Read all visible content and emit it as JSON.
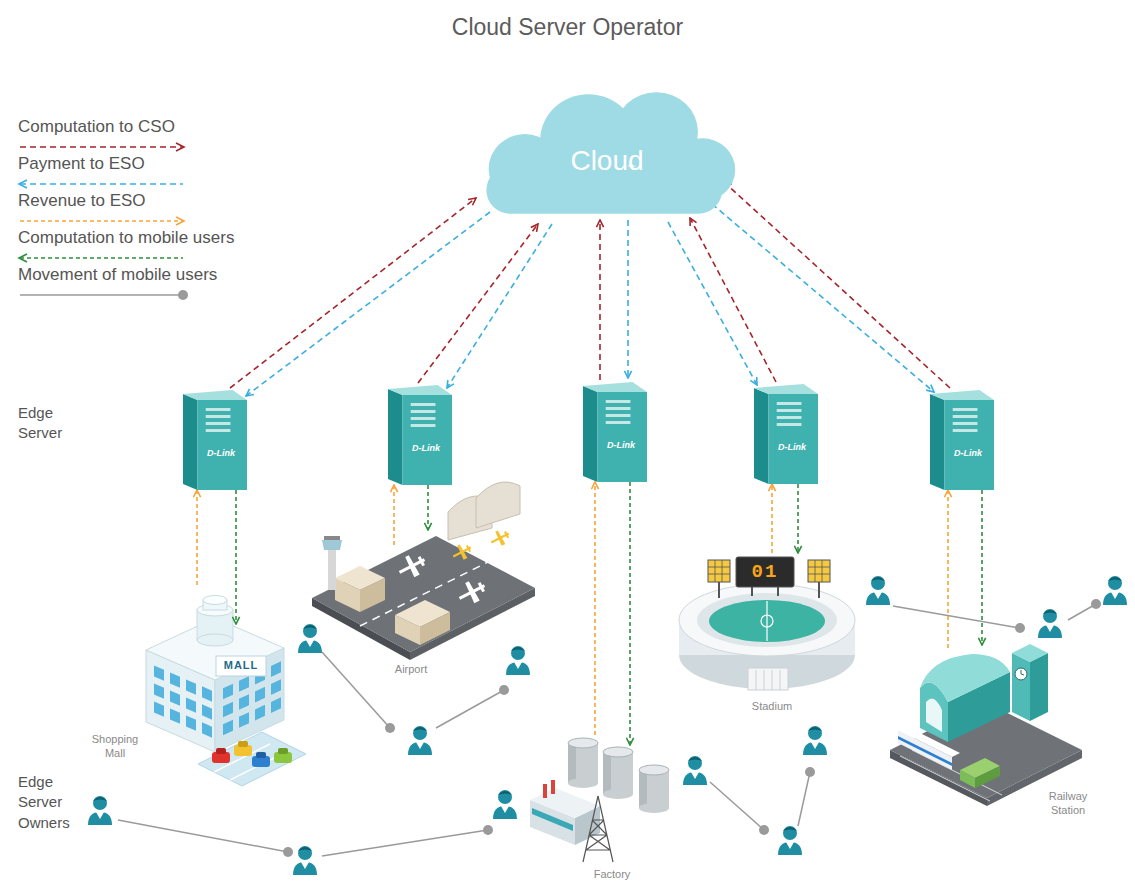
{
  "diagram": {
    "title": "Cloud Server Operator",
    "nodes": [
      {
        "text": [
          "Cloud"
        ]
      },
      {
        "text": [
          "D-Link"
        ]
      },
      {
        "text": [
          "D-Link"
        ]
      },
      {
        "text": [
          "D-Link"
        ]
      },
      {
        "text": [
          "D-Link"
        ]
      },
      {
        "text": [
          "D-Link"
        ]
      },
      {
        "text": [
          "Shopping Mall"
        ]
      },
      {
        "text": [
          "Airport"
        ]
      },
      {
        "text": [
          "Factory"
        ]
      },
      {
        "text": [
          "Stadium"
        ]
      },
      {
        "text": [
          "Railway Station"
        ]
      }
    ],
    "edges": [
      {
        "from": 1,
        "to": 0,
        "arrow": "to"
      },
      {
        "from": 0,
        "to": 1,
        "arrow": "to"
      },
      {
        "from": 6,
        "to": 1,
        "arrow": "to"
      },
      {
        "from": 1,
        "to": 6,
        "arrow": "to"
      },
      {
        "from": 2,
        "to": 0,
        "arrow": "to"
      },
      {
        "from": 0,
        "to": 2,
        "arrow": "to"
      },
      {
        "from": 7,
        "to": 2,
        "arrow": "to"
      },
      {
        "from": 2,
        "to": 7,
        "arrow": "to"
      },
      {
        "from": 3,
        "to": 0,
        "arrow": "to"
      },
      {
        "from": 0,
        "to": 3,
        "arrow": "to"
      },
      {
        "from": 8,
        "to": 3,
        "arrow": "to"
      },
      {
        "from": 3,
        "to": 8,
        "arrow": "to"
      },
      {
        "from": 4,
        "to": 0,
        "arrow": "to"
      },
      {
        "from": 0,
        "to": 4,
        "arrow": "to"
      },
      {
        "from": 9,
        "to": 4,
        "arrow": "to"
      },
      {
        "from": 4,
        "to": 9,
        "arrow": "to"
      },
      {
        "from": 5,
        "to": 0,
        "arrow": "to"
      },
      {
        "from": 0,
        "to": 5,
        "arrow": "to"
      },
      {
        "from": 10,
        "to": 5,
        "arrow": "to"
      },
      {
        "from": 5,
        "to": 10,
        "arrow": "to"
      }
    ],
    "labels": [
      "Edge Server",
      "Edge Server Owners",
      "MALL",
      "01"
    ],
    "legend": [
      {
        "text": "Computation to CSO"
      },
      {
        "text": "Payment to ESO"
      },
      {
        "text": "Revenue to ESO"
      },
      {
        "text": "Computation to mobile users"
      },
      {
        "text": "Movement of mobile users"
      }
    ]
  }
}
